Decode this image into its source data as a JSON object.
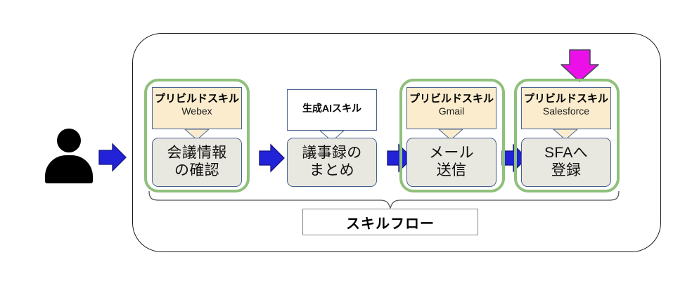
{
  "diagram": {
    "title": "スキルフロー",
    "outer_frame_name": "automation-flow-container",
    "actor": {
      "icon": "person-icon",
      "label": ""
    },
    "flow_label": {
      "text": "スキルフロー"
    },
    "highlight_arrow": {
      "icon": "down-arrow-icon",
      "color": "#ec10e8",
      "target": "Salesforce"
    },
    "connector_arrow_color": "#2222d8",
    "group_border_color": "#8fc07c",
    "callout_fill_color": "#faeccd",
    "process_fill_color": "#e9e8e0",
    "steps": [
      {
        "callout_title": "プリビルドスキル",
        "callout_sub": "Webex",
        "callout_type": "prebuilt",
        "process_line1": "会議情報",
        "process_line2": "の確認",
        "grouped": true
      },
      {
        "callout_title": "生成AIスキル",
        "callout_sub": "",
        "callout_type": "genai",
        "process_line1": "議事録の",
        "process_line2": "まとめ",
        "grouped": false
      },
      {
        "callout_title": "プリビルドスキル",
        "callout_sub": "Gmail",
        "callout_type": "prebuilt",
        "process_line1": "メール",
        "process_line2": "送信",
        "grouped": true
      },
      {
        "callout_title": "プリビルドスキル",
        "callout_sub": "Salesforce",
        "callout_type": "prebuilt",
        "process_line1": "SFAへ",
        "process_line2": "登録",
        "grouped": true
      }
    ]
  }
}
